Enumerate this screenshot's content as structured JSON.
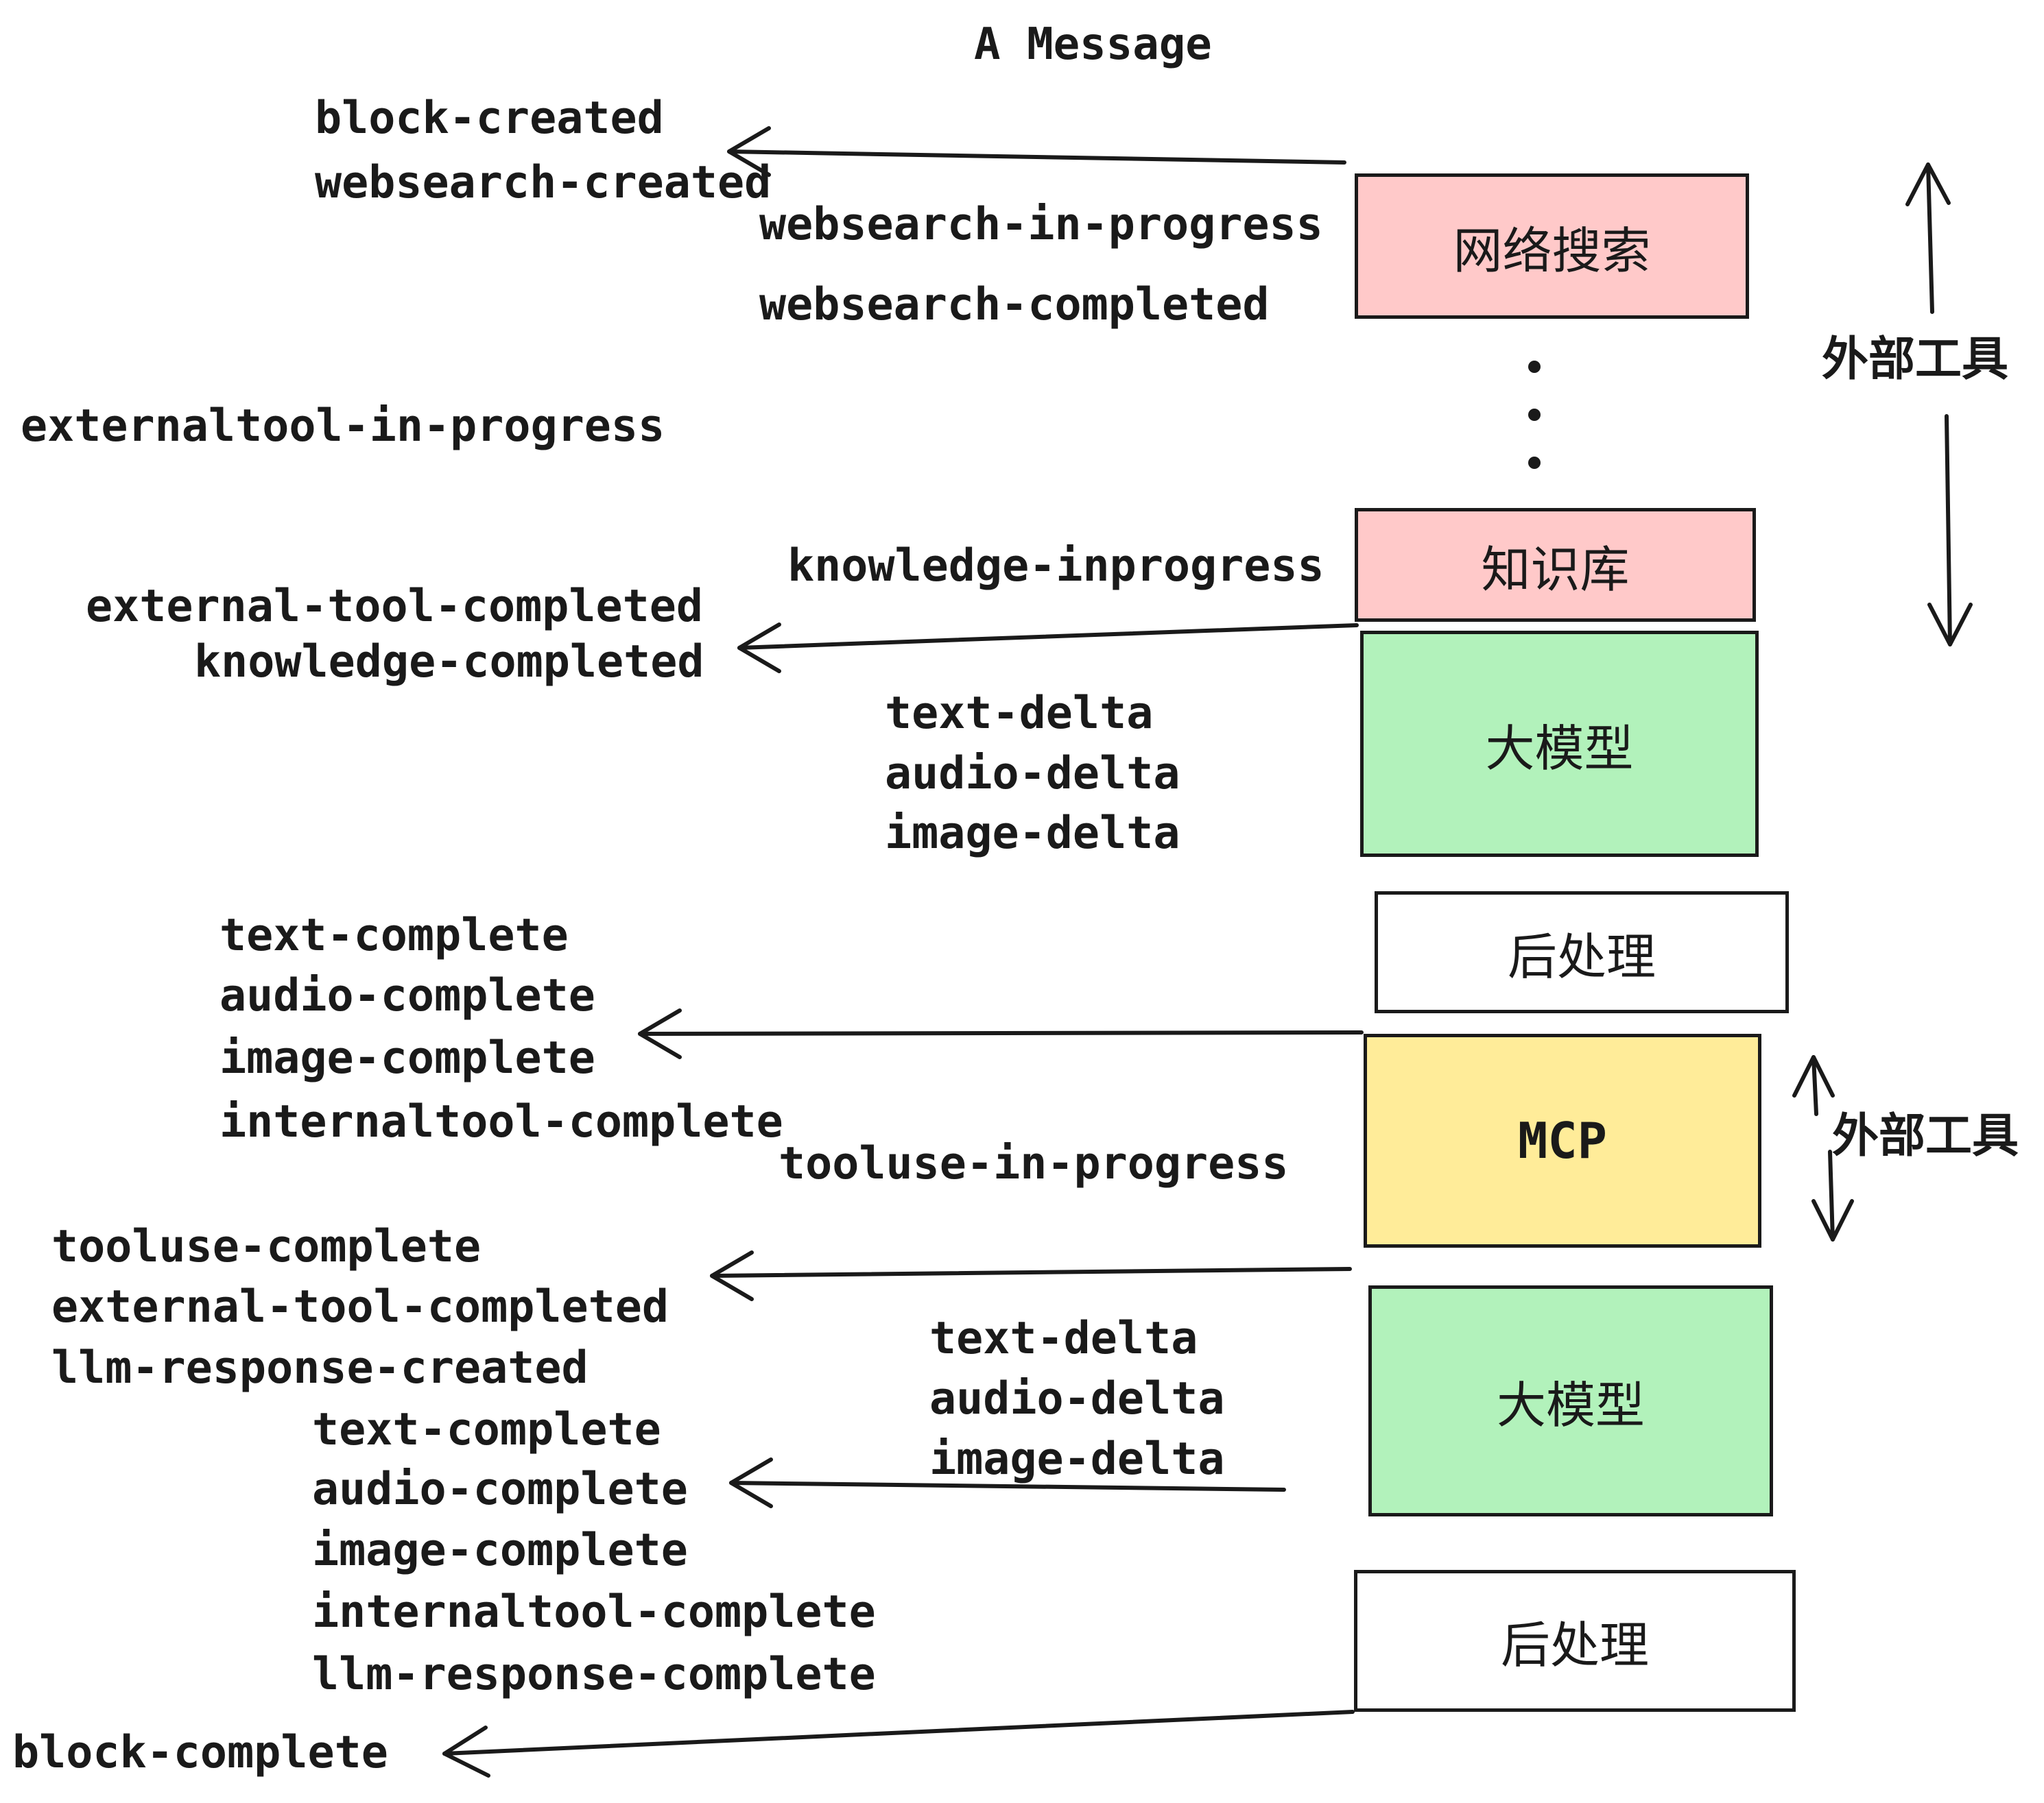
{
  "title": "A Message",
  "colors": {
    "background": "#ffffff",
    "ink": "#1a1a1a",
    "pink_box": "#ffc9c9",
    "green_box": "#b2f2bb",
    "yellow_box": "#ffec99",
    "white_box": "#ffffff"
  },
  "boxes": {
    "websearch": "网络搜索",
    "knowledge": "知识库",
    "llm": "大模型",
    "postprocess": "后处理",
    "mcp": "MCP"
  },
  "annotations": {
    "external_tools": "外部工具"
  },
  "events": {
    "block_created": "block-created",
    "websearch_created": "websearch-created",
    "websearch_in_progress": "websearch-in-progress",
    "websearch_completed": "websearch-completed",
    "externaltool_in_progress": "externaltool-in-progress",
    "knowledge_inprogress": "knowledge-inprogress",
    "external_tool_completed": "external-tool-completed",
    "knowledge_completed": "knowledge-completed",
    "text_delta": "text-delta",
    "audio_delta": "audio-delta",
    "image_delta": "image-delta",
    "text_complete": "text-complete",
    "audio_complete": "audio-complete",
    "image_complete": "image-complete",
    "internaltool_complete": "internaltool-complete",
    "tooluse_in_progress": "tooluse-in-progress",
    "tooluse_complete": "tooluse-complete",
    "llm_response_created": "llm-response-created",
    "llm_response_complete": "llm-response-complete",
    "block_complete": "block-complete"
  }
}
